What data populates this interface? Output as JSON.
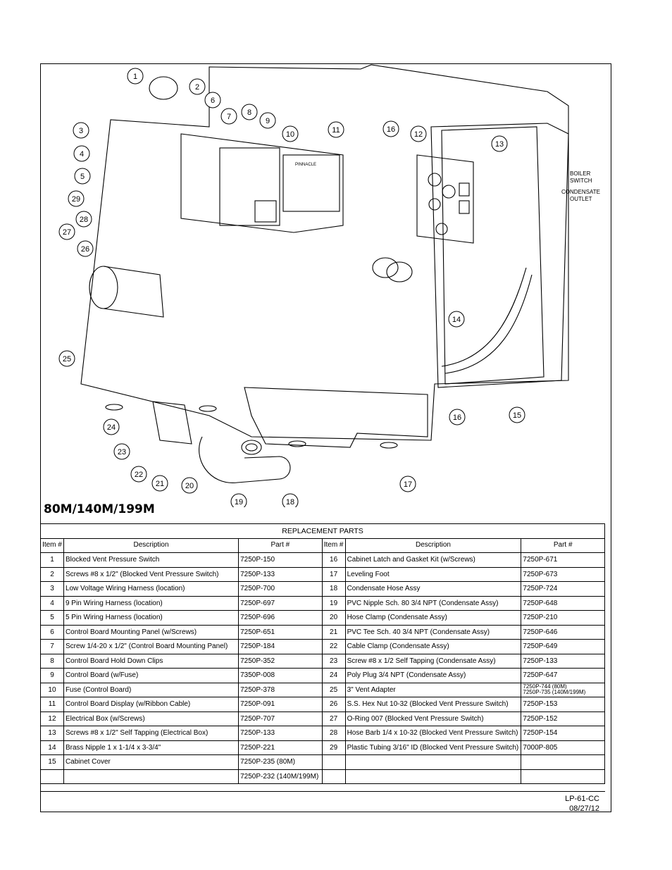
{
  "diagram": {
    "callouts": [
      "1",
      "2",
      "3",
      "4",
      "5",
      "6",
      "7",
      "8",
      "9",
      "10",
      "11",
      "12",
      "13",
      "14",
      "15",
      "16",
      "17",
      "18",
      "19",
      "20",
      "21",
      "22",
      "23",
      "24",
      "25",
      "26",
      "27",
      "28",
      "29"
    ],
    "labels": {
      "boiler_switch_1": "BOILER",
      "boiler_switch_2": "SWITCH",
      "condensate_outlet_1": "CONDENSATE",
      "condensate_outlet_2": "OUTLET",
      "brand": "PINNACLE"
    }
  },
  "model_title": "80M/140M/199M",
  "table": {
    "title": "REPLACEMENT PARTS",
    "headers": {
      "item": "Item #",
      "description": "Description",
      "part": "Part #"
    },
    "rows": [
      {
        "l_item": "1",
        "l_desc": "Blocked Vent Pressure Switch",
        "l_part": "7250P-150",
        "r_item": "16",
        "r_desc": "Cabinet Latch and Gasket Kit (w/Screws)",
        "r_part": "7250P-671"
      },
      {
        "l_item": "2",
        "l_desc": "Screws #8 x 1/2\" (Blocked Vent Pressure Switch)",
        "l_part": "7250P-133",
        "r_item": "17",
        "r_desc": "Leveling Foot",
        "r_part": "7250P-673"
      },
      {
        "l_item": "3",
        "l_desc": "Low Voltage Wiring Harness (location)",
        "l_part": "7250P-700",
        "r_item": "18",
        "r_desc": "Condensate Hose Assy",
        "r_part": "7250P-724"
      },
      {
        "l_item": "4",
        "l_desc": "9 Pin Wiring Harness (location)",
        "l_part": "7250P-697",
        "r_item": "19",
        "r_desc": "PVC Nipple Sch. 80 3/4 NPT (Condensate Assy)",
        "r_part": "7250P-648"
      },
      {
        "l_item": "5",
        "l_desc": "5 Pin Wiring Harness (location)",
        "l_part": "7250P-696",
        "r_item": "20",
        "r_desc": "Hose Clamp (Condensate Assy)",
        "r_part": "7250P-210"
      },
      {
        "l_item": "6",
        "l_desc": "Control Board Mounting Panel (w/Screws)",
        "l_part": "7250P-651",
        "r_item": "21",
        "r_desc": "PVC Tee Sch. 40 3/4 NPT (Condensate Assy)",
        "r_part": "7250P-646"
      },
      {
        "l_item": "7",
        "l_desc": "Screw 1/4-20 x 1/2\" (Control Board Mounting Panel)",
        "l_part": "7250P-184",
        "r_item": "22",
        "r_desc": "Cable Clamp (Condensate Assy)",
        "r_part": "7250P-649"
      },
      {
        "l_item": "8",
        "l_desc": "Control Board Hold Down Clips",
        "l_part": "7250P-352",
        "r_item": "23",
        "r_desc": "Screw #8 x 1/2 Self Tapping (Condensate Assy)",
        "r_part": "7250P-133"
      },
      {
        "l_item": "9",
        "l_desc": "Control Board (w/Fuse)",
        "l_part": "7350P-008",
        "r_item": "24",
        "r_desc": "Poly Plug 3/4 NPT (Condensate Assy)",
        "r_part": "7250P-647"
      },
      {
        "l_item": "10",
        "l_desc": "Fuse (Control Board)",
        "l_part": "7250P-378",
        "r_item": "25",
        "r_desc": "3\" Vent Adapter",
        "r_part": "7250P-744 (80M)",
        "r_part2": "7250P-735 (140M/199M)"
      },
      {
        "l_item": "11",
        "l_desc": "Control Board Display (w/Ribbon Cable)",
        "l_part": "7250P-091",
        "r_item": "26",
        "r_desc": "S.S. Hex Nut 10-32 (Blocked Vent Pressure Switch)",
        "r_part": "7250P-153"
      },
      {
        "l_item": "12",
        "l_desc": "Electrical Box (w/Screws)",
        "l_part": "7250P-707",
        "r_item": "27",
        "r_desc": "O-Ring 007 (Blocked Vent Pressure Switch)",
        "r_part": "7250P-152"
      },
      {
        "l_item": "13",
        "l_desc": "Screws #8 x 1/2\" Self Tapping (Electrical Box)",
        "l_part": "7250P-133",
        "r_item": "28",
        "r_desc": "Hose Barb 1/4 x 10-32 (Blocked Vent Pressure Switch)",
        "r_part": "7250P-154"
      },
      {
        "l_item": "14",
        "l_desc": "Brass Nipple 1 x 1-1/4 x 3-3/4\"",
        "l_part": "7250P-221",
        "r_item": "29",
        "r_desc": "Plastic Tubing 3/16\" ID (Blocked Vent Pressure Switch)",
        "r_part": "7000P-805"
      },
      {
        "l_item": "15",
        "l_desc": "Cabinet Cover",
        "l_part": "7250P-235 (80M)",
        "r_item": "",
        "r_desc": "",
        "r_part": ""
      },
      {
        "l_item": "",
        "l_desc": "",
        "l_part": "7250P-232 (140M/199M)",
        "r_item": "",
        "r_desc": "",
        "r_part": ""
      }
    ]
  },
  "footer": {
    "doc_id": "LP-61-CC",
    "date": "08/27/12"
  }
}
